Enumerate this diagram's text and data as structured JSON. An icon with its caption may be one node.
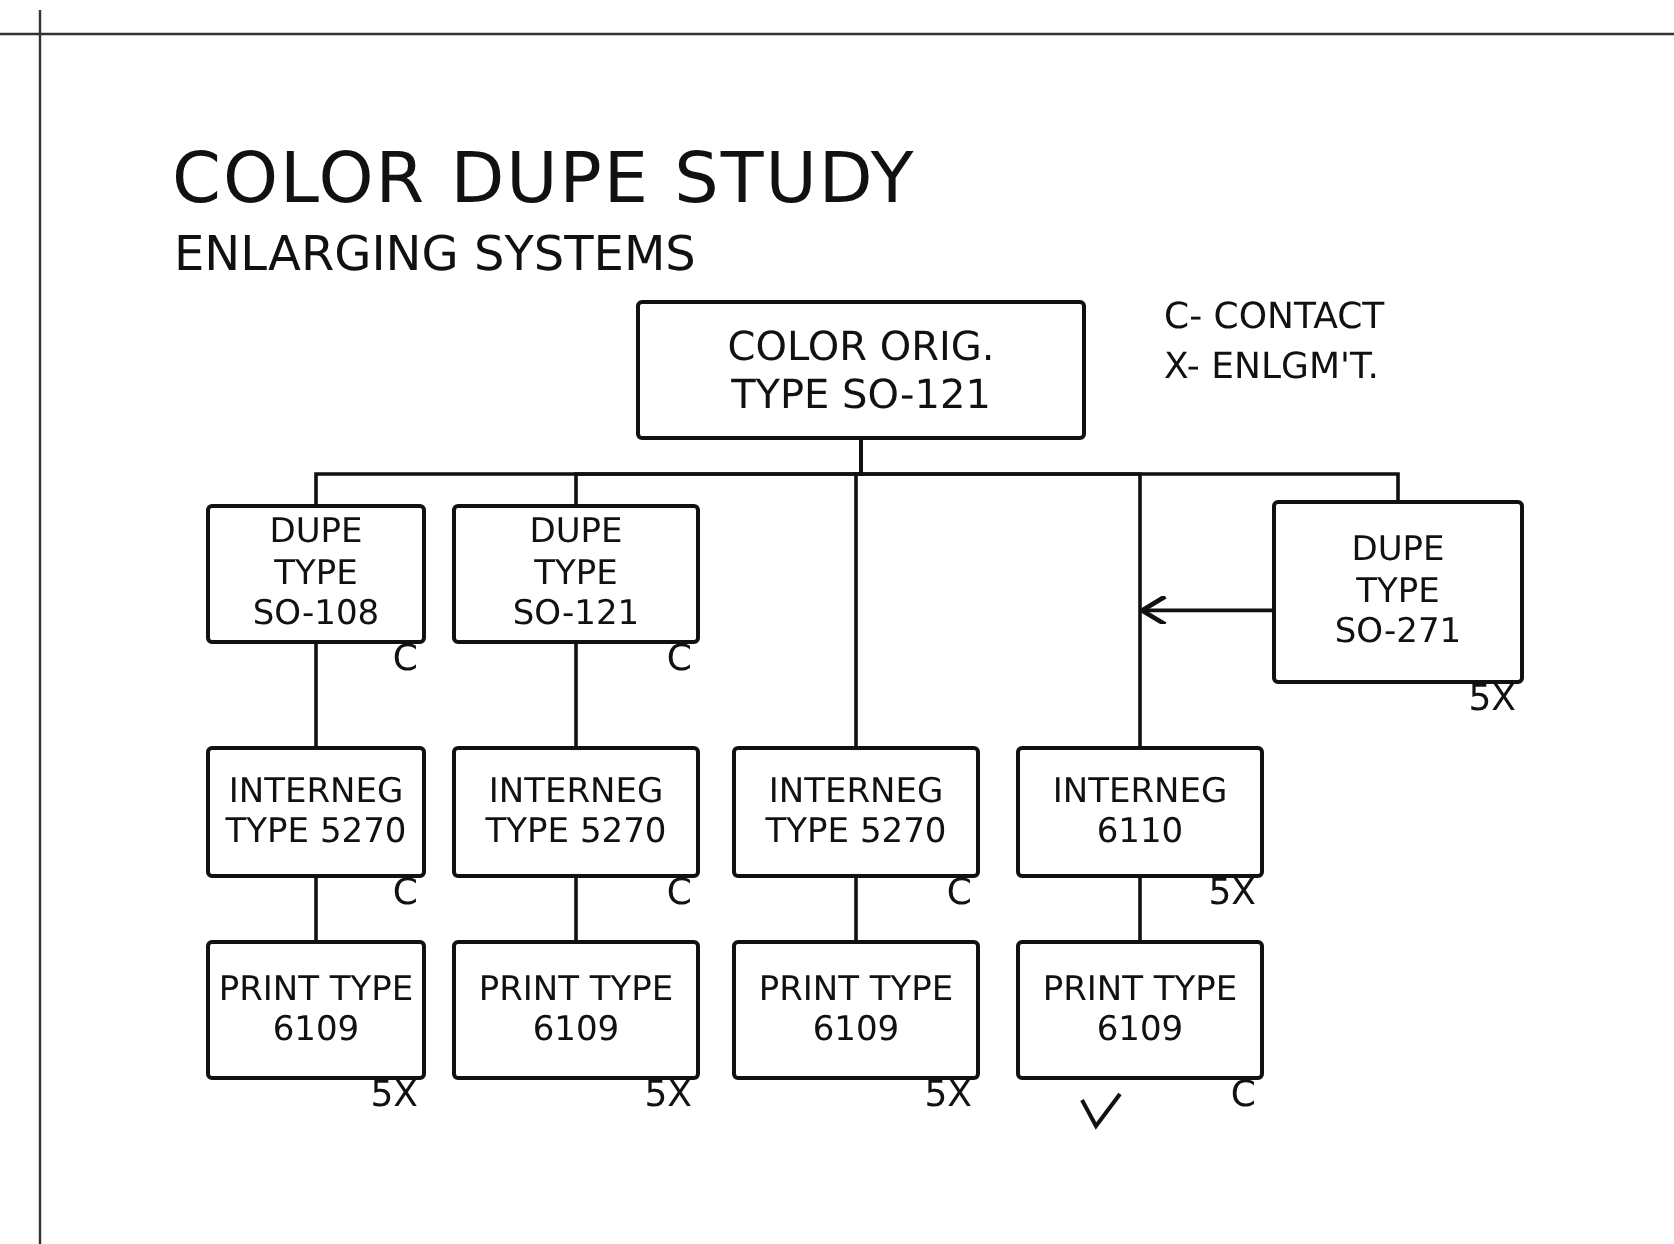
{
  "diagram": {
    "title": "COLOR DUPE STUDY",
    "nodes": [
      {
        "text": [
          "COLOR ORIG. TYPE SO-121"
        ]
      },
      {
        "text": [
          "DUPE TYPE SO-108"
        ],
        "beside": [
          "C"
        ]
      },
      {
        "text": [
          "DUPE TYPE SO-121"
        ],
        "beside": [
          "C"
        ]
      },
      {
        "text": [
          "DUPE TYPE SO-271"
        ],
        "beside": [
          "5X"
        ]
      },
      {
        "text": [
          "INTERNEG TYPE 5270"
        ],
        "beside": [
          "C"
        ]
      },
      {
        "text": [
          "INTERNEG TYPE 5270"
        ],
        "beside": [
          "C"
        ]
      },
      {
        "text": [
          "INTERNEG TYPE 5270"
        ],
        "beside": [
          "C"
        ]
      },
      {
        "text": [
          "INTERNEG 6110"
        ],
        "beside": [
          "5X"
        ]
      },
      {
        "text": [
          "PRINT TYPE 6109"
        ],
        "beside": [
          "5X"
        ]
      },
      {
        "text": [
          "PRINT TYPE 6109"
        ],
        "beside": [
          "5X"
        ]
      },
      {
        "text": [
          "PRINT TYPE 6109"
        ],
        "beside": [
          "5X"
        ]
      },
      {
        "text": [
          "PRINT TYPE 6109"
        ],
        "beside": [
          "C"
        ]
      }
    ],
    "edges": [
      {
        "from": 0,
        "to": 1,
        "arrow": "none"
      },
      {
        "from": 0,
        "to": 2,
        "arrow": "none"
      },
      {
        "from": 0,
        "to": 6,
        "arrow": "none"
      },
      {
        "from": 0,
        "to": 7,
        "arrow": "none"
      },
      {
        "from": 0,
        "to": 3,
        "arrow": "none"
      },
      {
        "from": 1,
        "to": 4,
        "arrow": "none"
      },
      {
        "from": 2,
        "to": 5,
        "arrow": "none"
      },
      {
        "from": 3,
        "to": null,
        "arrow": "to"
      },
      {
        "from": 4,
        "to": 8,
        "arrow": "none"
      },
      {
        "from": 5,
        "to": 9,
        "arrow": "none"
      },
      {
        "from": 6,
        "to": 10,
        "arrow": "none"
      },
      {
        "from": 7,
        "to": 11,
        "arrow": "none"
      }
    ],
    "labels": [
      "ENLARGING SYSTEMS",
      "C- CONTACT",
      "X- ENLGM'T."
    ]
  }
}
